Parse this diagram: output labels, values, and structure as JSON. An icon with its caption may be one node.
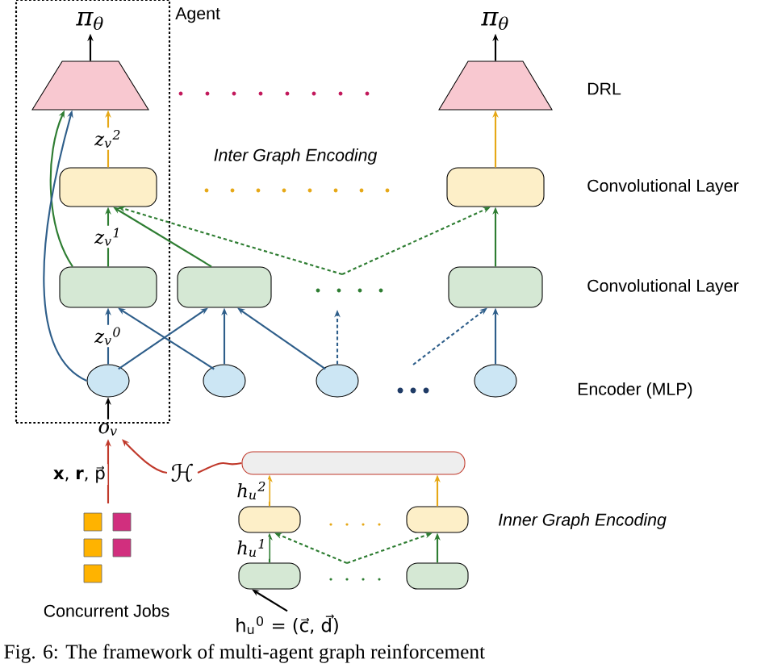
{
  "diagram": {
    "caption": "Fig. 6: The framework of multi-agent graph reinforcement",
    "nodes": [
      {
        "text": [
          "Agent"
        ]
      },
      {
        "text": [
          "π$_{θ}$"
        ],
        "in": 0
      },
      {
        "text": [
          "π$_{θ}$"
        ]
      },
      {
        "text": [],
        "shape": "trapezoid",
        "in": 0
      },
      {
        "text": [],
        "shape": "trapezoid"
      },
      {
        "text": [],
        "shape": "box",
        "in": 0
      },
      {
        "text": [],
        "shape": "box"
      },
      {
        "text": [],
        "shape": "box",
        "in": 0
      },
      {
        "text": [],
        "shape": "box"
      },
      {
        "text": [],
        "shape": "box"
      },
      {
        "text": [],
        "shape": "ellipse",
        "in": 0
      },
      {
        "text": [],
        "shape": "ellipse"
      },
      {
        "text": [],
        "shape": "ellipse"
      },
      {
        "text": [],
        "shape": "ellipse"
      },
      {
        "text": [
          "o$_{v}$"
        ]
      },
      {
        "text": [
          "Concurrent Jobs"
        ]
      },
      {
        "text": [
          "ℋ"
        ]
      },
      {
        "text": [],
        "shape": "box"
      },
      {
        "text": [],
        "shape": "box"
      },
      {
        "text": [],
        "shape": "box"
      },
      {
        "text": [],
        "shape": "box"
      },
      {
        "text": [],
        "shape": "box"
      },
      {
        "text": [
          "h$_{u}$$^{0}$ = (c⃗, d⃗)"
        ]
      }
    ],
    "edges": [
      {
        "from": 3,
        "to": 1,
        "arrow": "to",
        "color": "#000000"
      },
      {
        "from": 4,
        "to": 2,
        "arrow": "to",
        "color": "#000000"
      },
      {
        "from": 5,
        "to": 3,
        "arrow": "to",
        "color": "#e6a817",
        "label": "z$_{v}$$^{2}$"
      },
      {
        "from": 6,
        "to": 4,
        "arrow": "to",
        "color": "#e6a817"
      },
      {
        "from": 7,
        "to": 5,
        "arrow": "to",
        "color": "#2e7d32",
        "label": "z$_{v}$$^{1}$"
      },
      {
        "from": 8,
        "to": 5,
        "arrow": "to",
        "color": "#2e7d32"
      },
      {
        "from": 7,
        "to": 3,
        "arrow": "to",
        "color": "#2e7d32"
      },
      {
        "from": null,
        "to": 5,
        "arrow": "to",
        "color": "#2e7d32",
        "style": "dashed"
      },
      {
        "from": null,
        "to": 6,
        "arrow": "to",
        "color": "#2e7d32",
        "style": "dashed"
      },
      {
        "from": 9,
        "to": 6,
        "arrow": "to",
        "color": "#2e7d32"
      },
      {
        "from": 10,
        "to": 7,
        "arrow": "to",
        "color": "#2e5e8a",
        "label": "z$_{v}$$^{0}$"
      },
      {
        "from": 11,
        "to": 7,
        "arrow": "to",
        "color": "#2e5e8a"
      },
      {
        "from": 10,
        "to": 8,
        "arrow": "to",
        "color": "#2e5e8a"
      },
      {
        "from": 11,
        "to": 8,
        "arrow": "to",
        "color": "#2e5e8a"
      },
      {
        "from": 12,
        "to": 8,
        "arrow": "to",
        "color": "#2e5e8a"
      },
      {
        "from": 10,
        "to": 3,
        "arrow": "to",
        "color": "#2e5e8a"
      },
      {
        "from": 13,
        "to": 9,
        "arrow": "to",
        "color": "#2e5e8a"
      },
      {
        "from": null,
        "to": 9,
        "arrow": "to",
        "color": "#2e5e8a",
        "style": "dashed"
      },
      {
        "from": 12,
        "to": null,
        "arrow": "to",
        "color": "#2e5e8a",
        "style": "dashed"
      },
      {
        "from": 14,
        "to": 10,
        "arrow": "to",
        "color": "#000000"
      },
      {
        "from": 15,
        "to": 14,
        "arrow": "to",
        "color": "#c0392b",
        "label": "**x**, **r**, p⃗"
      },
      {
        "from": 16,
        "to": 14,
        "arrow": "to",
        "color": "#c0392b"
      },
      {
        "from": 17,
        "to": 16,
        "arrow": "none",
        "color": "#c0392b"
      },
      {
        "from": 18,
        "to": 17,
        "arrow": "to",
        "color": "#e6a817",
        "label": "h$_{u}$$^{2}$"
      },
      {
        "from": 19,
        "to": 17,
        "arrow": "to",
        "color": "#e6a817"
      },
      {
        "from": 20,
        "to": 18,
        "arrow": "to",
        "color": "#2e7d32",
        "label": "h$_{u}$$^{1}$"
      },
      {
        "from": 21,
        "to": 19,
        "arrow": "to",
        "color": "#2e7d32"
      },
      {
        "from": null,
        "to": 18,
        "arrow": "to",
        "color": "#2e7d32",
        "style": "dashed"
      },
      {
        "from": null,
        "to": 19,
        "arrow": "to",
        "color": "#2e7d32",
        "style": "dashed"
      },
      {
        "from": 22,
        "to": 20,
        "arrow": "to",
        "color": "#000000"
      }
    ],
    "labels": [
      "Inter Graph Encoding",
      "DRL",
      "Convolutional Layer",
      "Convolutional Layer",
      "Encoder (MLP)",
      "Inner Graph Encoding"
    ]
  }
}
